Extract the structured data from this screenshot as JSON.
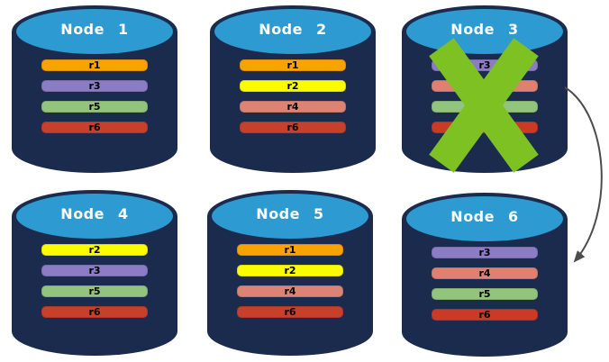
{
  "styles": {
    "cylinder_body_color": "#1B2B4E",
    "cylinder_top_color": "#2E9AD2",
    "title_color": "#FFFFFF",
    "bar_text_color": "#000000",
    "failure_x_color": "#7DC123",
    "arrow_color": "#4D4D4D"
  },
  "nodes": [
    {
      "title": "Node 1",
      "failed": false,
      "bars": [
        {
          "label": "r1",
          "color": "#F9A303"
        },
        {
          "label": "r3",
          "color": "#8B7CC4"
        },
        {
          "label": "r5",
          "color": "#93C47D"
        },
        {
          "label": "r6",
          "color": "#C6402B"
        }
      ]
    },
    {
      "title": "Node 2",
      "failed": false,
      "bars": [
        {
          "label": "r1",
          "color": "#F9A303"
        },
        {
          "label": "r2",
          "color": "#FCFC00"
        },
        {
          "label": "r4",
          "color": "#DC8374"
        },
        {
          "label": "r6",
          "color": "#C6402B"
        }
      ]
    },
    {
      "title": "Node 3",
      "failed": true,
      "bars": [
        {
          "label": "r3",
          "color": "#8B7CC4"
        },
        {
          "label": "r4",
          "color": "#E08070"
        },
        {
          "label": "r5",
          "color": "#93C47D"
        },
        {
          "label": "r6",
          "color": "#C93B24"
        }
      ]
    },
    {
      "title": "Node 4",
      "failed": false,
      "bars": [
        {
          "label": "r2",
          "color": "#FCFC00"
        },
        {
          "label": "r3",
          "color": "#8B7CC4"
        },
        {
          "label": "r5",
          "color": "#93C47D"
        },
        {
          "label": "r6",
          "color": "#C6402B"
        }
      ]
    },
    {
      "title": "Node 5",
      "failed": false,
      "bars": [
        {
          "label": "r1",
          "color": "#F9A303"
        },
        {
          "label": "r2",
          "color": "#FCFC00"
        },
        {
          "label": "r4",
          "color": "#DC8374"
        },
        {
          "label": "r6",
          "color": "#C6402B"
        }
      ]
    },
    {
      "title": "Node 6",
      "failed": false,
      "bars": [
        {
          "label": "r3",
          "color": "#8B7CC4"
        },
        {
          "label": "r4",
          "color": "#E08070"
        },
        {
          "label": "r5",
          "color": "#93C47D"
        },
        {
          "label": "r6",
          "color": "#C93B24"
        }
      ]
    }
  ],
  "arrow": {
    "from": "Node 3",
    "to": "Node 6"
  }
}
